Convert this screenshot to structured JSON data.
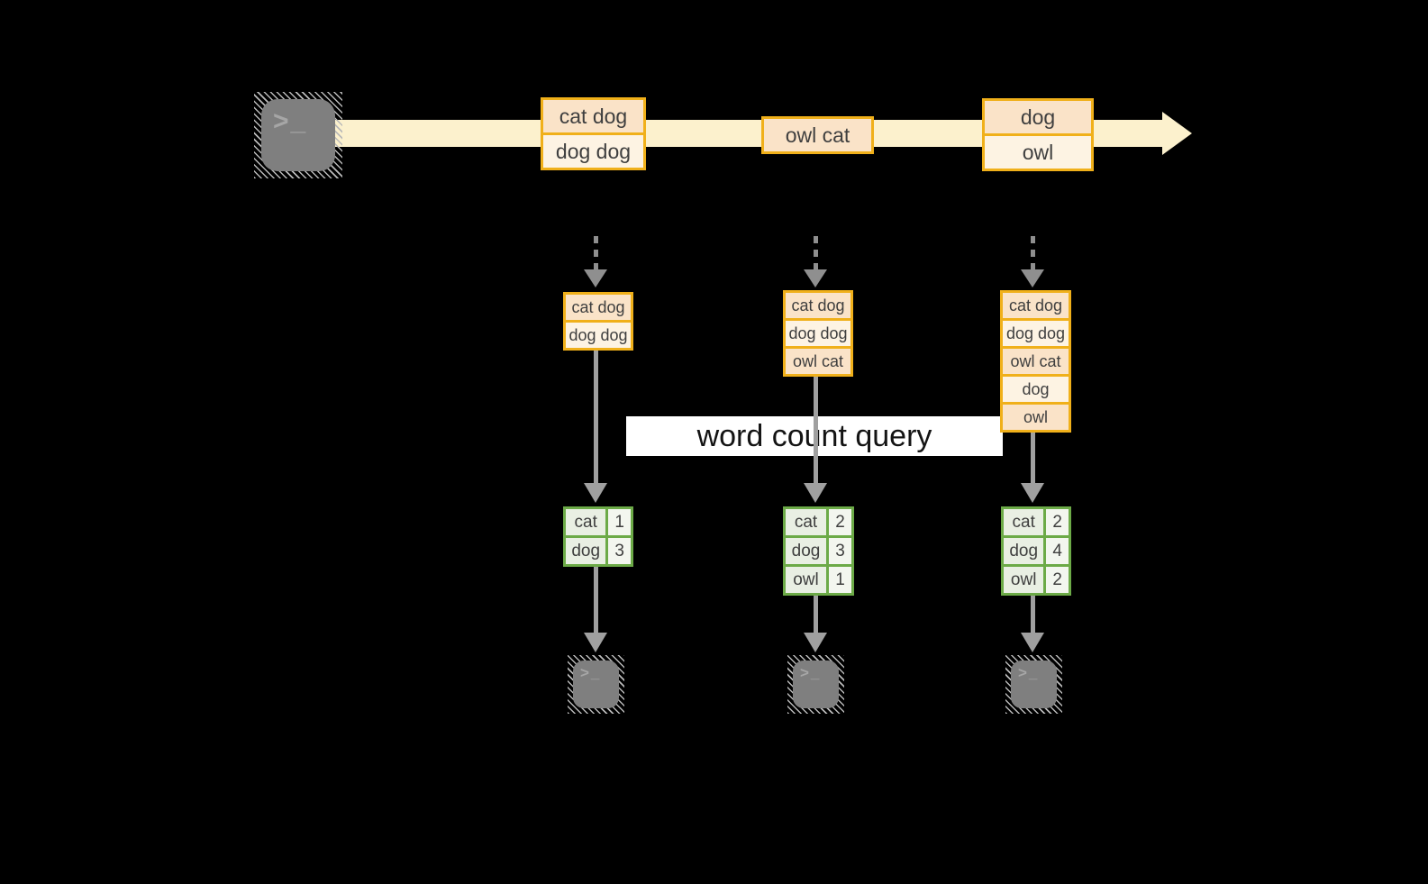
{
  "banner": {
    "label": "word count query"
  },
  "stream": {
    "batches": [
      {
        "rows": [
          "cat dog",
          "dog dog"
        ]
      },
      {
        "rows": [
          "owl cat"
        ]
      },
      {
        "rows": [
          "dog",
          "owl"
        ]
      }
    ]
  },
  "columns": [
    {
      "state_rows": [
        "cat dog",
        "dog dog"
      ],
      "counts": [
        {
          "word": "cat",
          "count": "1"
        },
        {
          "word": "dog",
          "count": "3"
        }
      ]
    },
    {
      "state_rows": [
        "cat dog",
        "dog dog",
        "owl cat"
      ],
      "counts": [
        {
          "word": "cat",
          "count": "2"
        },
        {
          "word": "dog",
          "count": "3"
        },
        {
          "word": "owl",
          "count": "1"
        }
      ]
    },
    {
      "state_rows": [
        "cat dog",
        "dog dog",
        "owl cat",
        "dog",
        "owl"
      ],
      "counts": [
        {
          "word": "cat",
          "count": "2"
        },
        {
          "word": "dog",
          "count": "4"
        },
        {
          "word": "owl",
          "count": "2"
        }
      ]
    }
  ],
  "icons": {
    "terminal_prompt": ">_"
  },
  "colors": {
    "background": "#000000",
    "stream_arrow": "#fcf1cd",
    "box_border_orange": "#f0b01a",
    "cell_peach": "#fae3c8",
    "cell_cream": "#fdf3e3",
    "table_border_green": "#6caa47",
    "table_cell_green": "#e9efe3",
    "table_value_green": "#f3f6ef",
    "arrow_gray": "#a0a0a0",
    "terminal_gray": "#7f7f7f",
    "banner_bg": "#ffffff"
  }
}
